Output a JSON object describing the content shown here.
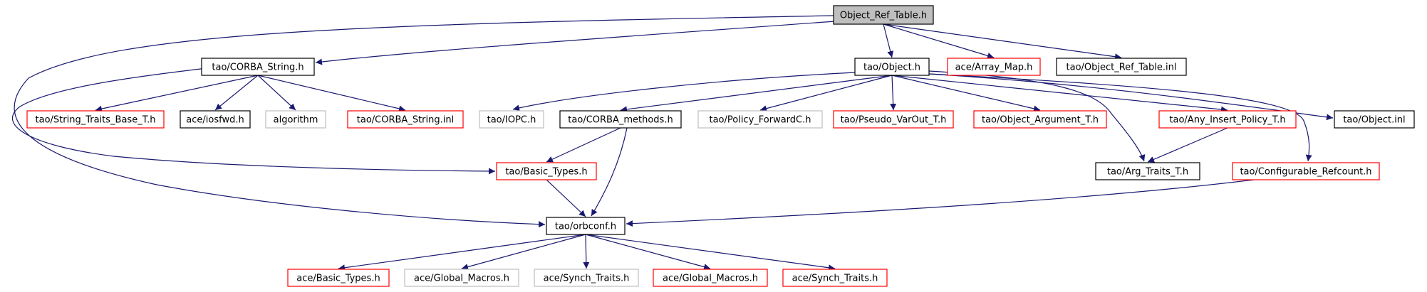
{
  "graph": {
    "colors": {
      "edge": "#191970",
      "root_fill": "#bfbfbf",
      "border_black": "#000000",
      "border_red": "#ff0000",
      "border_gray": "#bfbfbf"
    },
    "nodes": [
      {
        "id": "root",
        "label": "Object_Ref_Table.h",
        "style": "root"
      },
      {
        "id": "corba_string",
        "label": "tao/CORBA_String.h",
        "style": "black"
      },
      {
        "id": "object",
        "label": "tao/Object.h",
        "style": "black"
      },
      {
        "id": "array_map",
        "label": "ace/Array_Map.h",
        "style": "red"
      },
      {
        "id": "object_ref_table_inl",
        "label": "tao/Object_Ref_Table.inl",
        "style": "black"
      },
      {
        "id": "string_traits",
        "label": "tao/String_Traits_Base_T.h",
        "style": "red"
      },
      {
        "id": "iosfwd",
        "label": "ace/iosfwd.h",
        "style": "black"
      },
      {
        "id": "algorithm",
        "label": "algorithm",
        "style": "gray"
      },
      {
        "id": "corba_string_inl",
        "label": "tao/CORBA_String.inl",
        "style": "red"
      },
      {
        "id": "iopc",
        "label": "tao/IOPC.h",
        "style": "gray"
      },
      {
        "id": "corba_methods",
        "label": "tao/CORBA_methods.h",
        "style": "black"
      },
      {
        "id": "policy_forwardc",
        "label": "tao/Policy_ForwardC.h",
        "style": "gray"
      },
      {
        "id": "pseudo_varout",
        "label": "tao/Pseudo_VarOut_T.h",
        "style": "red"
      },
      {
        "id": "object_argument",
        "label": "tao/Object_Argument_T.h",
        "style": "red"
      },
      {
        "id": "any_insert_policy",
        "label": "tao/Any_Insert_Policy_T.h",
        "style": "red"
      },
      {
        "id": "object_inl",
        "label": "tao/Object.inl",
        "style": "black"
      },
      {
        "id": "basic_types_tao",
        "label": "tao/Basic_Types.h",
        "style": "red"
      },
      {
        "id": "arg_traits",
        "label": "tao/Arg_Traits_T.h",
        "style": "black"
      },
      {
        "id": "configurable_refcount",
        "label": "tao/Configurable_Refcount.h",
        "style": "red"
      },
      {
        "id": "orbconf",
        "label": "tao/orbconf.h",
        "style": "black"
      },
      {
        "id": "ace_basic_types",
        "label": "ace/Basic_Types.h",
        "style": "red"
      },
      {
        "id": "global_macros_gray",
        "label": "ace/Global_Macros.h",
        "style": "gray"
      },
      {
        "id": "synch_traits_gray",
        "label": "ace/Synch_Traits.h",
        "style": "gray"
      },
      {
        "id": "global_macros_red",
        "label": "ace/Global_Macros.h",
        "style": "red"
      },
      {
        "id": "synch_traits_red",
        "label": "ace/Synch_Traits.h",
        "style": "red"
      }
    ],
    "edges": [
      {
        "from": "root",
        "to": "corba_string"
      },
      {
        "from": "root",
        "to": "object"
      },
      {
        "from": "root",
        "to": "array_map"
      },
      {
        "from": "root",
        "to": "object_ref_table_inl"
      },
      {
        "from": "root",
        "to": "orbconf"
      },
      {
        "from": "corba_string",
        "to": "string_traits"
      },
      {
        "from": "corba_string",
        "to": "iosfwd"
      },
      {
        "from": "corba_string",
        "to": "algorithm"
      },
      {
        "from": "corba_string",
        "to": "corba_string_inl"
      },
      {
        "from": "corba_string",
        "to": "basic_types_tao"
      },
      {
        "from": "object",
        "to": "iopc"
      },
      {
        "from": "object",
        "to": "corba_methods"
      },
      {
        "from": "object",
        "to": "policy_forwardc"
      },
      {
        "from": "object",
        "to": "pseudo_varout"
      },
      {
        "from": "object",
        "to": "object_argument"
      },
      {
        "from": "object",
        "to": "any_insert_policy"
      },
      {
        "from": "object",
        "to": "object_inl"
      },
      {
        "from": "object",
        "to": "arg_traits"
      },
      {
        "from": "object",
        "to": "configurable_refcount"
      },
      {
        "from": "corba_methods",
        "to": "basic_types_tao"
      },
      {
        "from": "corba_methods",
        "to": "orbconf"
      },
      {
        "from": "any_insert_policy",
        "to": "arg_traits"
      },
      {
        "from": "basic_types_tao",
        "to": "orbconf"
      },
      {
        "from": "configurable_refcount",
        "to": "orbconf"
      },
      {
        "from": "orbconf",
        "to": "ace_basic_types"
      },
      {
        "from": "orbconf",
        "to": "global_macros_gray"
      },
      {
        "from": "orbconf",
        "to": "synch_traits_gray"
      },
      {
        "from": "orbconf",
        "to": "global_macros_red"
      },
      {
        "from": "orbconf",
        "to": "synch_traits_red"
      }
    ]
  }
}
